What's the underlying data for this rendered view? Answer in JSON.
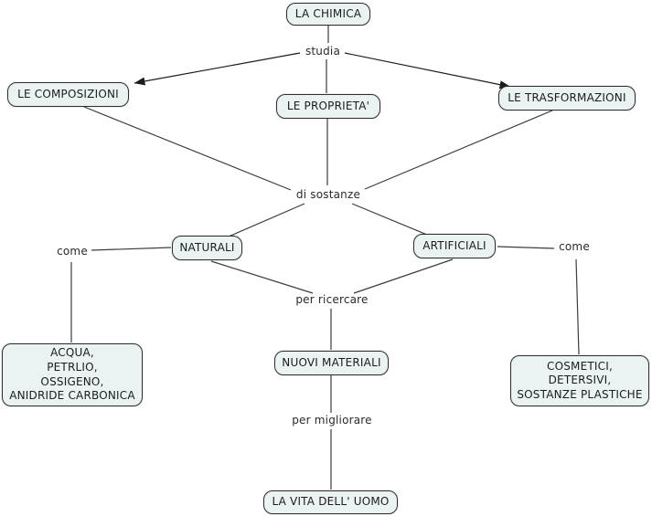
{
  "map_title": "LA CHIMICA",
  "colors": {
    "background": "#ffffff",
    "node_fill": "#eaf2f2",
    "node_border": "#2e2e2e",
    "connector_line": "#3c3c3c",
    "text": "#1c1c1c"
  },
  "nodes": {
    "la_chimica": "LA CHIMICA",
    "le_composizioni": "LE COMPOSIZIONI",
    "le_proprieta": "LE PROPRIETA'",
    "le_trasformazioni": "LE TRASFORMAZIONI",
    "naturali": "NATURALI",
    "artificiali": "ARTIFICIALI",
    "naturali_examples": "ACQUA,\nPETRLIO,\nOSSIGENO,\nANIDRIDE CARBONICA",
    "nuovi_materiali": "NUOVI MATERIALI",
    "artificiali_examples": "COSMETICI,\nDETERSIVI,\nSOSTANZE PLASTICHE",
    "la_vita_dell_uomo": "LA VITA DELL' UOMO"
  },
  "link_labels": {
    "studia": "studia",
    "di_sostanze": "di sostanze",
    "come_left": "come",
    "come_right": "come",
    "per_ricercare": "per ricercare",
    "per_migliorare": "per migliorare"
  }
}
